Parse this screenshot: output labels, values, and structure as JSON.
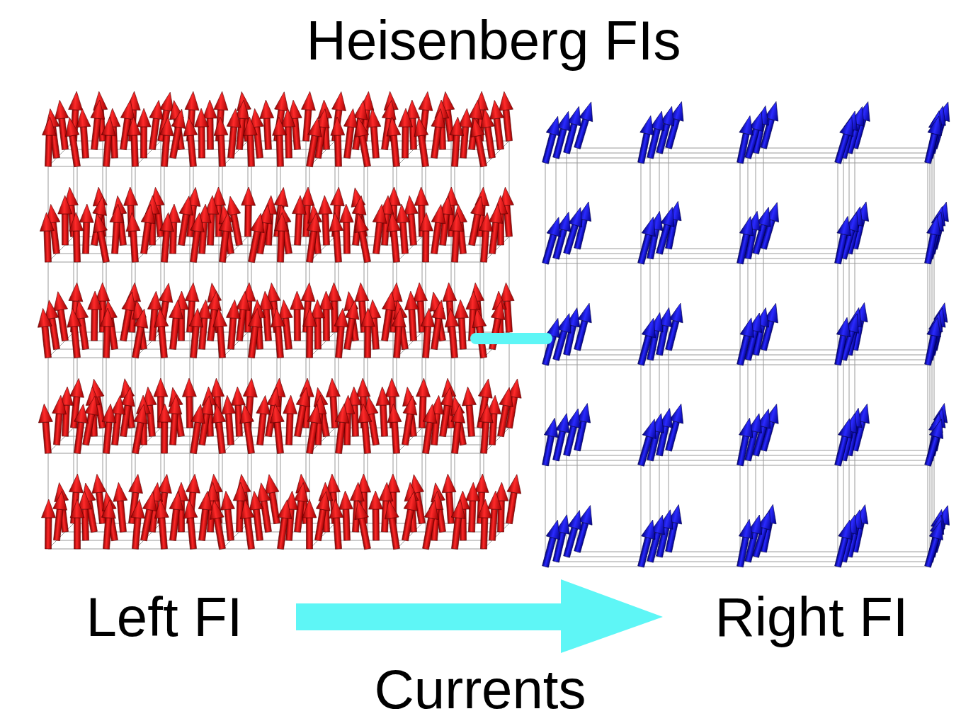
{
  "diagram": {
    "title": "Heisenberg FIs",
    "labels": [
      "Left FI",
      "Right FI",
      "Currents"
    ]
  }
}
